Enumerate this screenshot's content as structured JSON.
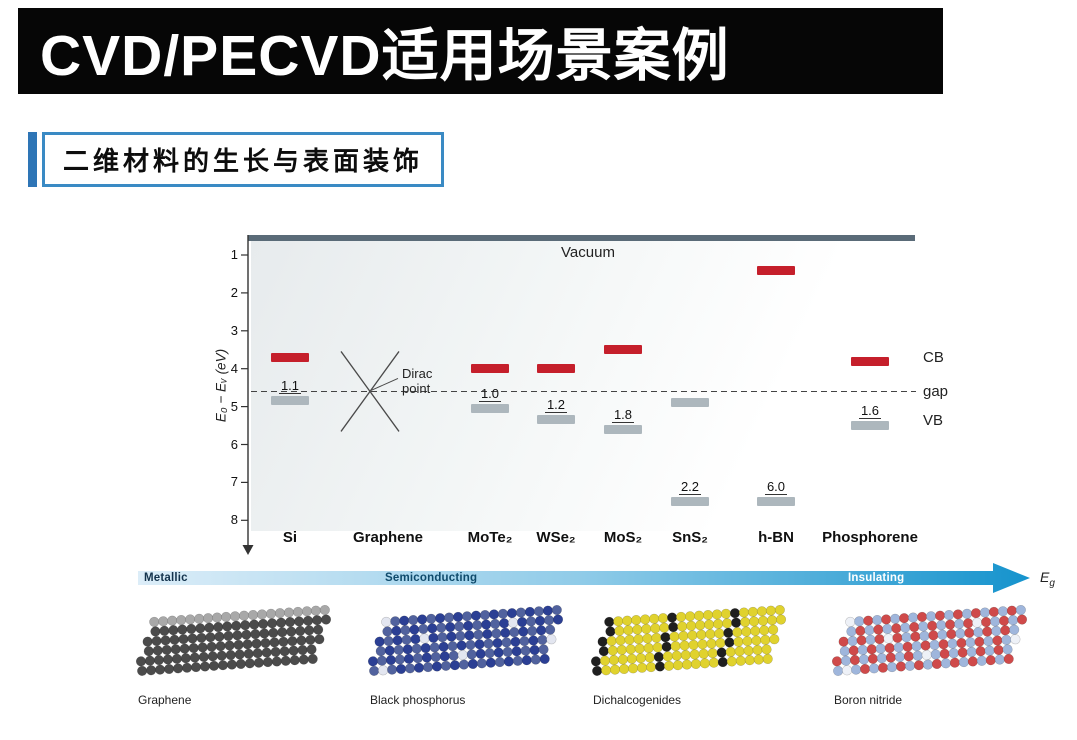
{
  "page": {
    "title": "CVD/PECVD适用场景案例",
    "subtitle": "二维材料的生长与表面装饰"
  },
  "colors": {
    "banner_bg": "#060606",
    "banner_text": "#ffffff",
    "accent_blue": "#3a8ac4",
    "cb_red": "#c51f2b",
    "vb_gray": "#adb7bd",
    "vacuum_line_gray": "#5a6b78",
    "arrow_gradient_start": "#dcedf8",
    "arrow_gradient_end": "#1593cd"
  },
  "chart_data": {
    "type": "band-alignment",
    "vacuum_label": "Vacuum",
    "ylabel": "E₀ − Eᵥ (eV)",
    "yticks": [
      1,
      2,
      3,
      4,
      5,
      6,
      7,
      8
    ],
    "ylim": [
      0.5,
      8.5
    ],
    "y_axis_inverted": true,
    "dashed_line_eV": 4.6,
    "right_labels": [
      "CB",
      "gap",
      "VB"
    ],
    "materials": [
      {
        "name": "Si",
        "cb_eV": 3.7,
        "vb_eV": 4.85,
        "gap_label": "1.1"
      },
      {
        "name": "Graphene",
        "dirac_point": true,
        "annotation": "Dirac point"
      },
      {
        "name": "MoTe₂",
        "cb_eV": 4.0,
        "vb_eV": 5.05,
        "gap_label": "1.0"
      },
      {
        "name": "WSe₂",
        "cb_eV": 4.0,
        "vb_eV": 5.35,
        "gap_label": "1.2"
      },
      {
        "name": "MoS₂",
        "cb_eV": 3.5,
        "vb_eV": 5.6,
        "gap_label": "1.8"
      },
      {
        "name": "SnS₂",
        "cb_eV": 4.9,
        "vb_eV": 7.5,
        "gap_label": "2.2",
        "cb_style": "gray"
      },
      {
        "name": "h-BN",
        "cb_eV": 1.4,
        "vb_eV": 7.5,
        "gap_label": "6.0"
      },
      {
        "name": "Phosphorene",
        "cb_eV": 3.8,
        "vb_eV": 5.5,
        "gap_label": "1.6"
      }
    ],
    "bottom_axis": {
      "labels": [
        "Metallic",
        "Semiconducting",
        "Insulating"
      ],
      "eg_main": "E",
      "eg_sub": "g"
    }
  },
  "gallery": [
    {
      "label": "Graphene",
      "mode": "mono",
      "palette": [
        "#4b4b4b",
        "#a8a8a8"
      ]
    },
    {
      "label": "Black phosphorus",
      "mode": "checker",
      "palette": [
        "#2b3f94",
        "#51629e",
        "#e3e6f0"
      ]
    },
    {
      "label": "Dichalcogenides",
      "mode": "sprinkle",
      "palette": [
        "#e0d22e",
        "#1f1f1f"
      ]
    },
    {
      "label": "Boron nitride",
      "mode": "checker",
      "palette": [
        "#cf4a4a",
        "#9fb6dc",
        "#eef1f7"
      ]
    }
  ]
}
